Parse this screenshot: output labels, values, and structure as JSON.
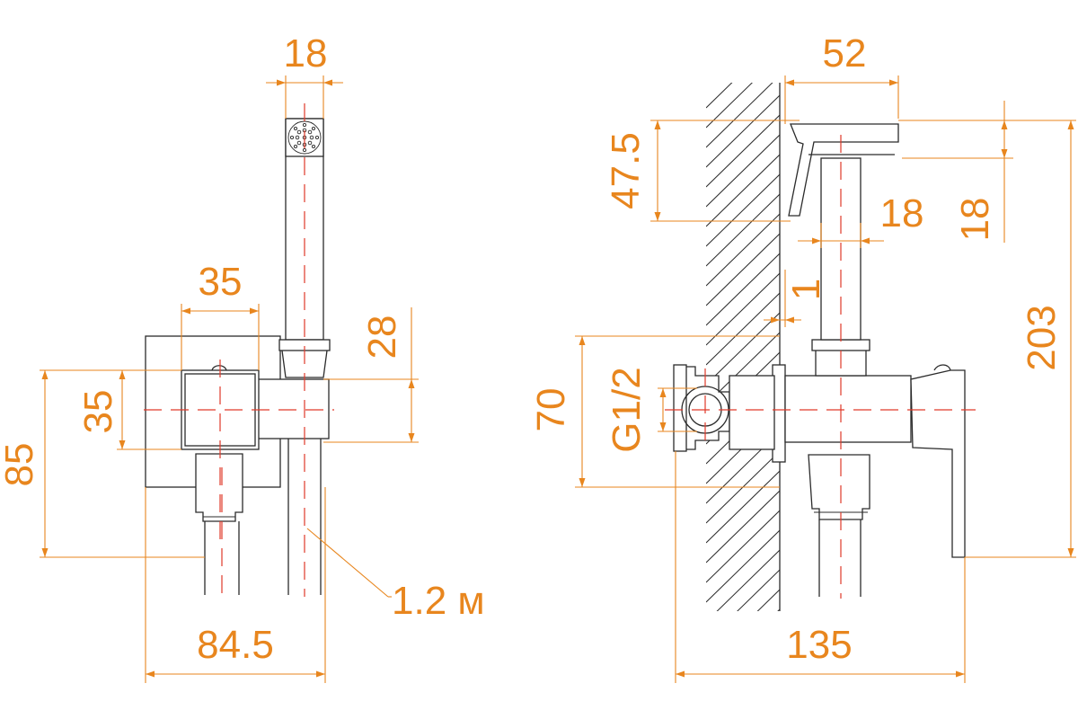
{
  "colors": {
    "dimension": "#e8861e",
    "centerline": "#e03a2a",
    "outline": "#2b2b2b"
  },
  "dimensions": {
    "front_width_top": "18",
    "front_width_mid": "35",
    "front_height_mid": "35",
    "front_height_28": "28",
    "front_height_85": "85",
    "front_width_bottom": "84.5",
    "hose_length": "1.2 м",
    "side_width_top": "52",
    "side_height_47_5": "47.5",
    "side_hole_18": "18",
    "side_height_18": "18",
    "side_gap_1": "1",
    "side_height_203": "203",
    "side_height_70": "70",
    "side_thread": "G1/2",
    "side_width_bottom": "135"
  }
}
